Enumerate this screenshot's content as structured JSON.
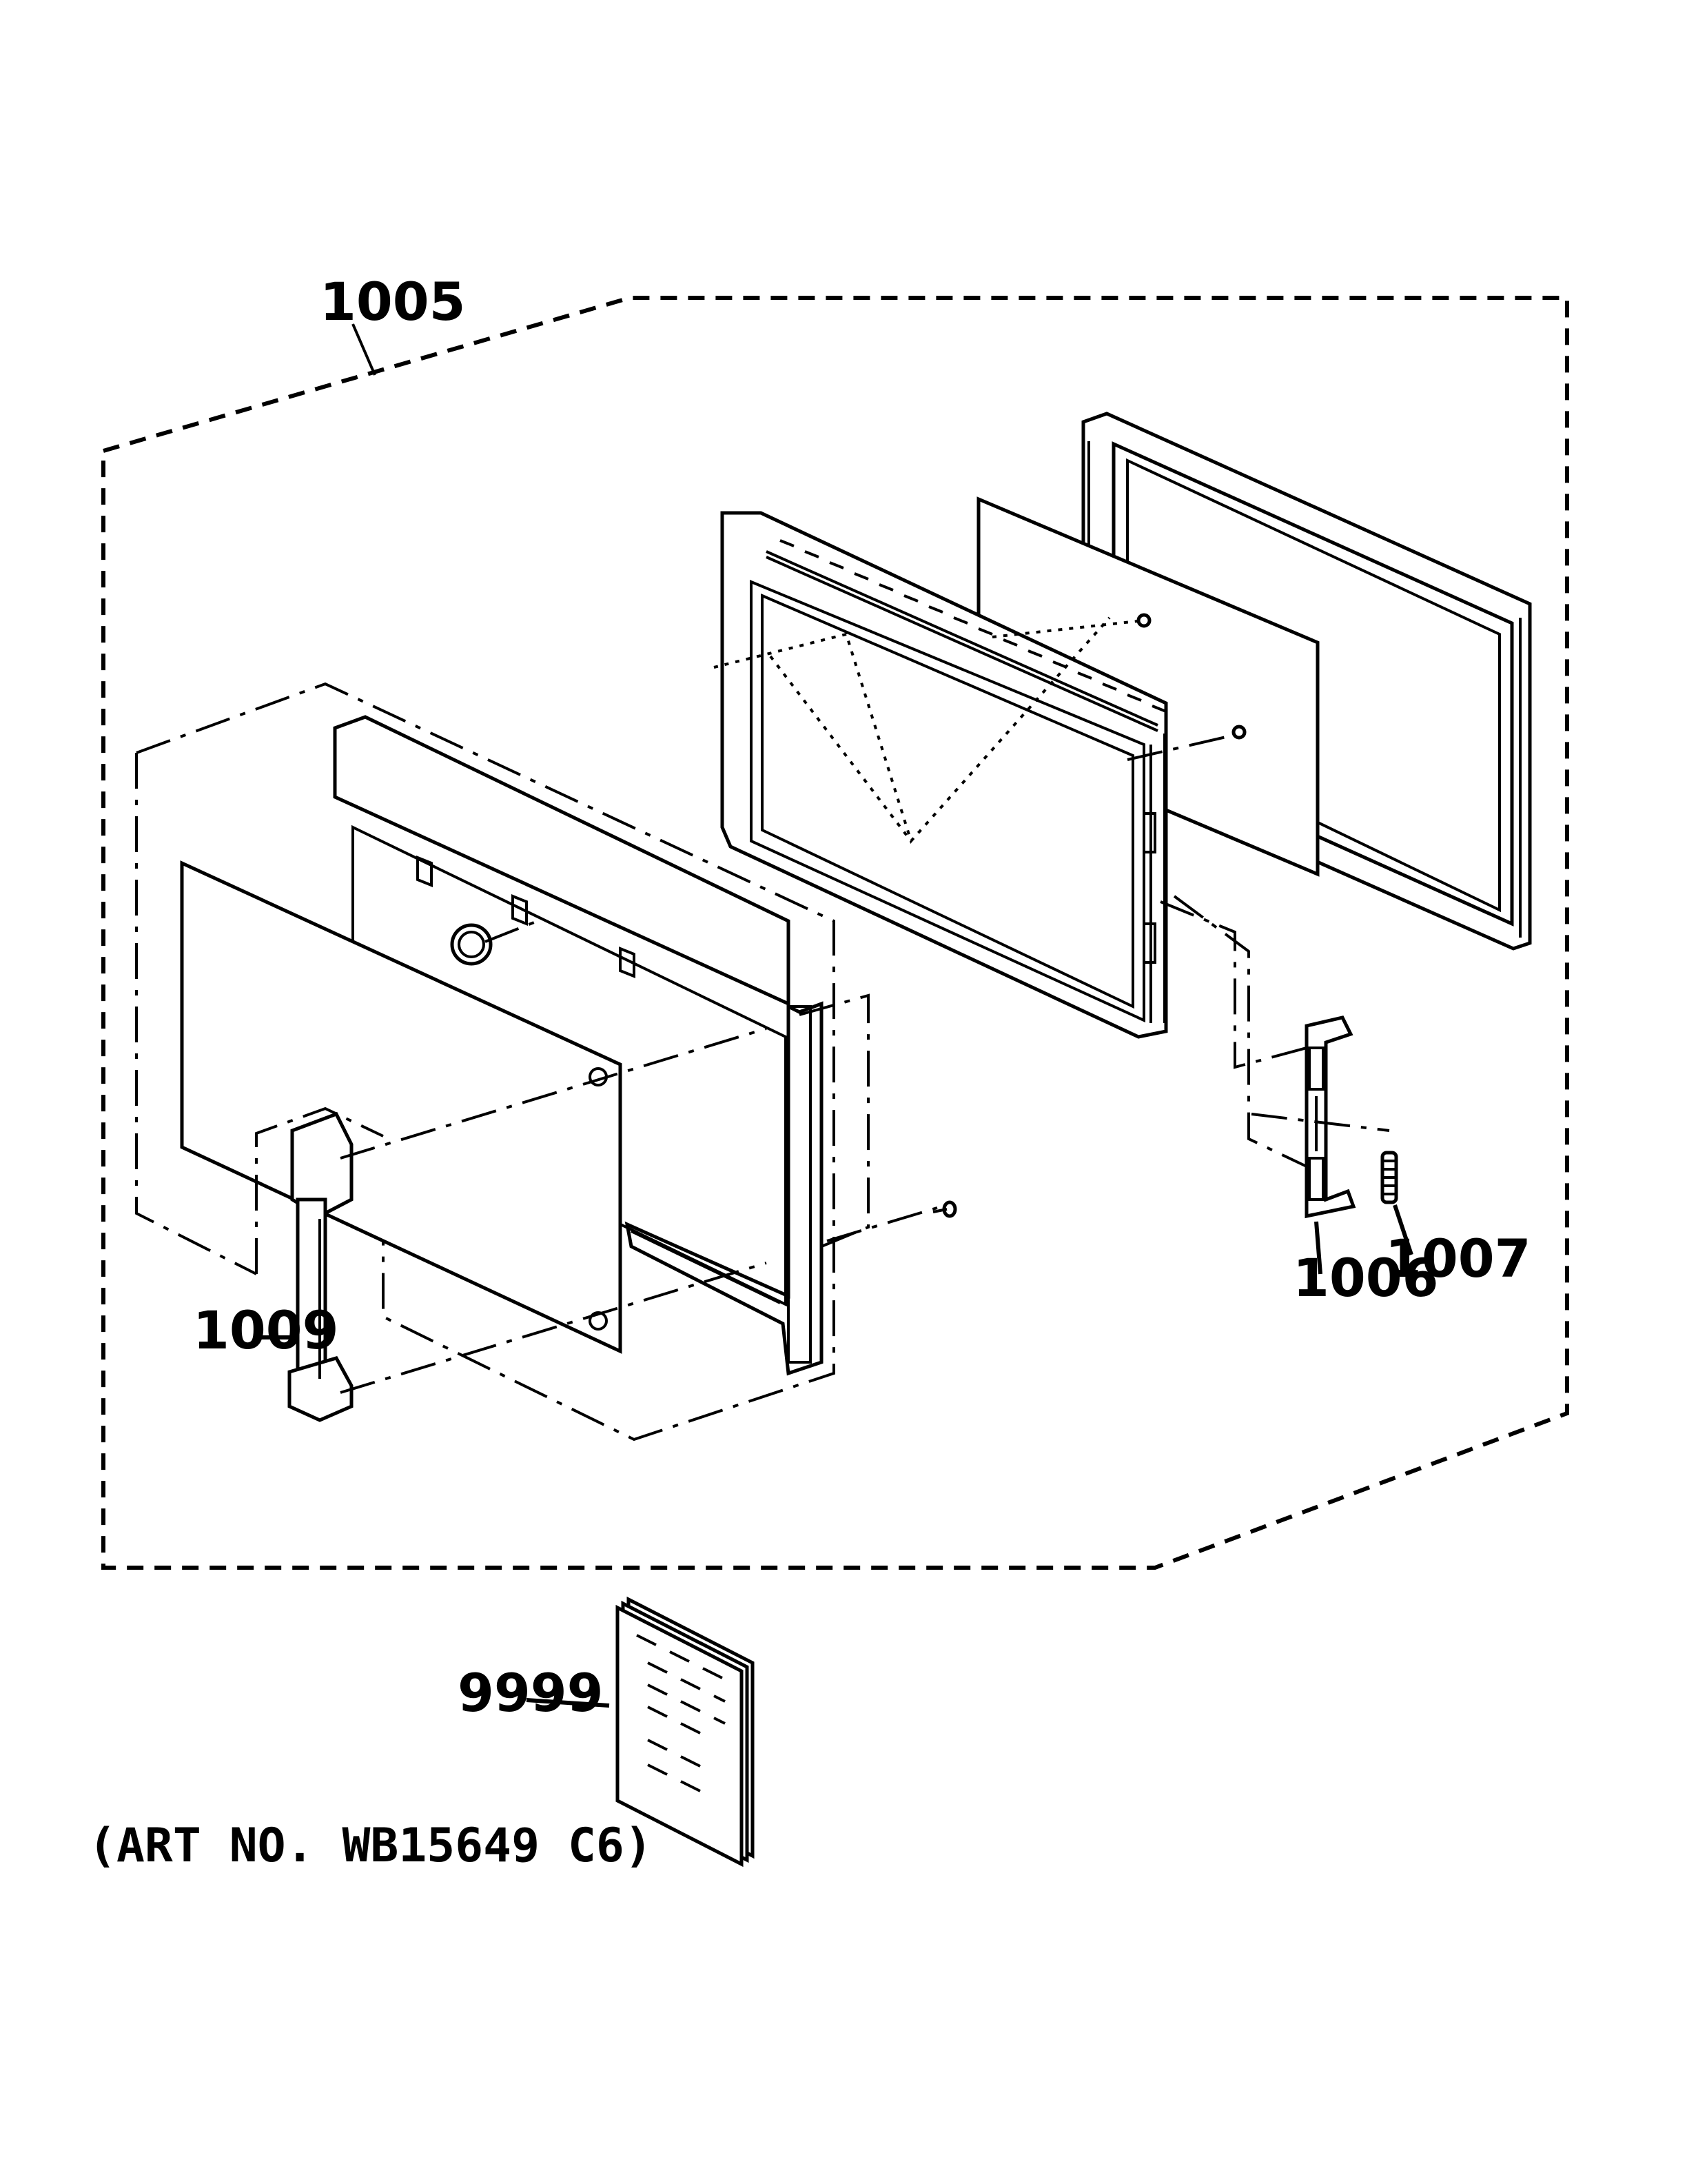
{
  "diagram": {
    "callouts": {
      "c1005": "1005",
      "c1006": "1006",
      "c1007": "1007",
      "c1009": "1009",
      "c9999": "9999"
    },
    "art_number": "(ART NO. WB15649 C6)"
  }
}
